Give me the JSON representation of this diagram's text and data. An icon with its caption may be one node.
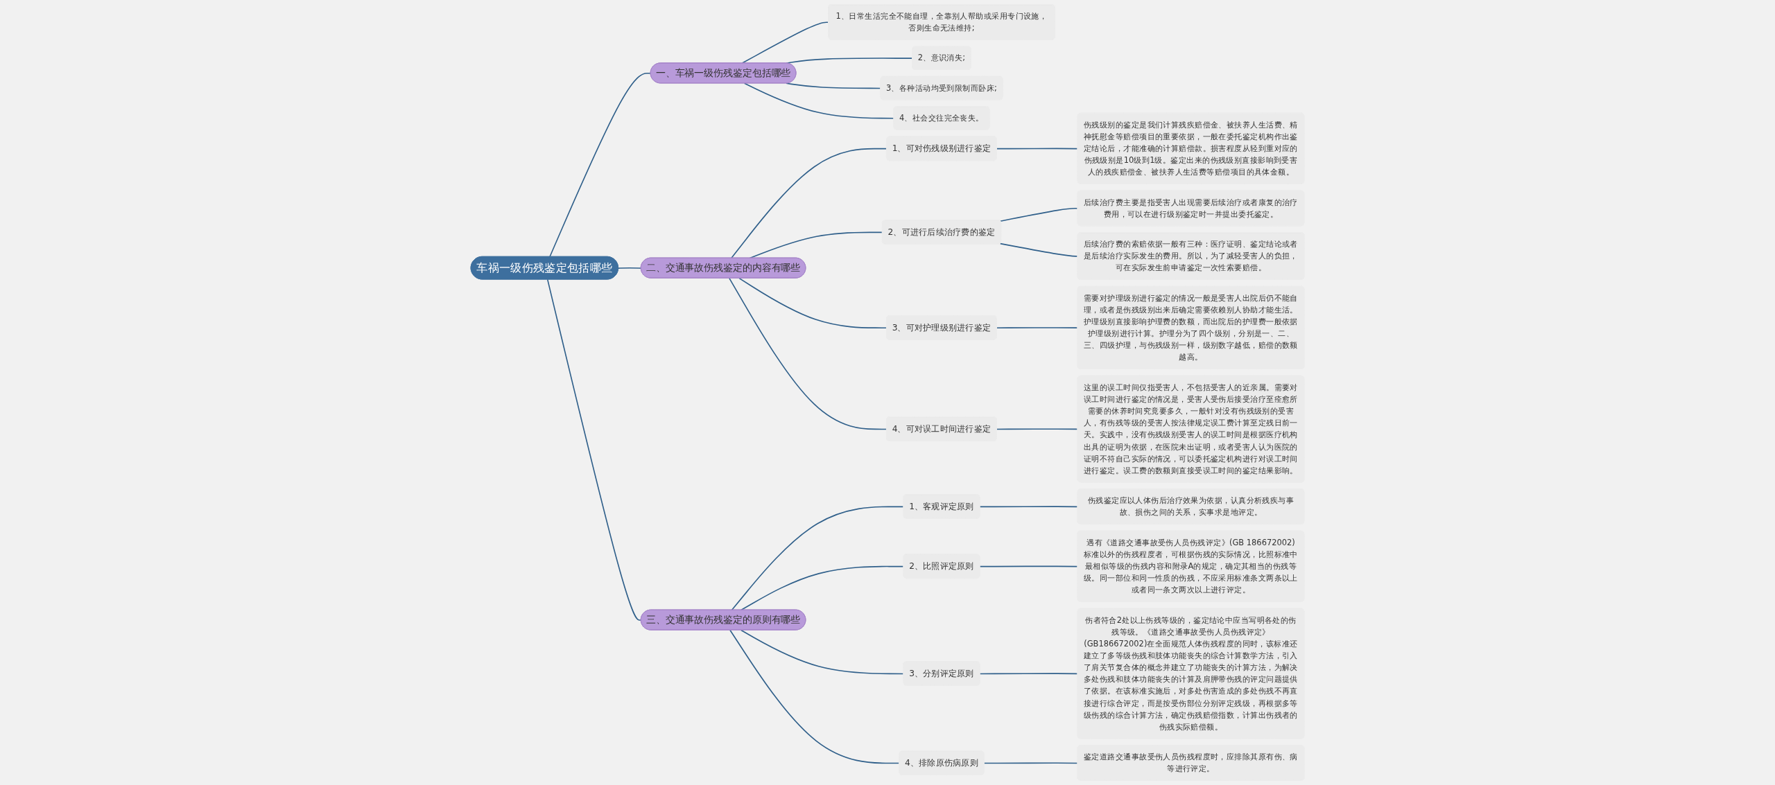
{
  "diagram": {
    "nodes": [
      {
        "text": [
          "车祸一级伤残鉴定包括哪些"
        ]
      },
      {
        "text": [
          "一、车祸一级伤残鉴定包括哪些"
        ]
      },
      {
        "text": [
          "1、日常生活完全不能自理，全靠别人帮助或采用专门设施，否则生命无法维持;"
        ]
      },
      {
        "text": [
          "2、意识消失;"
        ]
      },
      {
        "text": [
          "3、各种活动均受到限制而卧床;"
        ]
      },
      {
        "text": [
          "4、社会交往完全丧失。"
        ]
      },
      {
        "text": [
          "二、交通事故伤残鉴定的内容有哪些"
        ]
      },
      {
        "text": [
          "1、可对伤残级别进行鉴定"
        ]
      },
      {
        "text": [
          "伤残级别的鉴定是我们计算残疾赔偿金、被扶养人生活费、精神抚慰金等赔偿项目的重要依据，一般在委托鉴定机构作出鉴定结论后，才能准确的计算赔偿款。损害程度从轻到重对应的伤残级别是10级到1级。鉴定出来的伤残级别直接影响到受害人的残疾赔偿金、被扶养人生活费等赔偿项目的具体金额。"
        ]
      },
      {
        "text": [
          "2、可进行后续治疗费的鉴定"
        ]
      },
      {
        "text": [
          "后续治疗费主要是指受害人出现需要后续治疗或者康复的治疗费用，可以在进行级别鉴定时一并提出委托鉴定。"
        ]
      },
      {
        "text": [
          "后续治疗费的索赔依据一般有三种：医疗证明、鉴定结论或者是后续治疗实际发生的费用。所以，为了减轻受害人的负担，可在实际发生前申请鉴定一次性索要赔偿。"
        ]
      },
      {
        "text": [
          "3、可对护理级别进行鉴定"
        ]
      },
      {
        "text": [
          "需要对护理级别进行鉴定的情况一般是受害人出院后仍不能自理，或者是伤残级别出来后确定需要依赖别人协助才能生活。护理级别直接影响护理费的数额，而出院后的护理费一般依据护理级别进行计算。护理分为了四个级别，分别是一、二、三、四级护理，与伤残级别一样，级别数字越低，赔偿的数额越高。"
        ]
      },
      {
        "text": [
          "4、可对误工时间进行鉴定"
        ]
      },
      {
        "text": [
          "这里的误工时间仅指受害人，不包括受害人的近亲属。需要对误工时间进行鉴定的情况是，受害人受伤后接受治疗至痊愈所需要的休养时间究竟要多久，一般针对没有伤残级别的受害人，有伤残等级的受害人按法律规定误工费计算至定残日前一天。实践中，没有伤残级别受害人的误工时间是根据医疗机构出具的证明为依据，在医院未出证明，或者受害人认为医院的证明不符自己实际的情况，可以委托鉴定机构进行对误工时间进行鉴定。误工费的数额则直接受误工时间的鉴定结果影响。"
        ]
      },
      {
        "text": [
          "三、交通事故伤残鉴定的原则有哪些"
        ]
      },
      {
        "text": [
          "1、客观评定原则"
        ]
      },
      {
        "text": [
          "伤残鉴定应以人体伤后治疗效果为依据，认真分析残疾与事故、损伤之间的关系，实事求是地评定。"
        ]
      },
      {
        "text": [
          "2、比照评定原则"
        ]
      },
      {
        "text": [
          "遇有《道路交通事故受伤人员伤残评定》(GB 186672002)标准以外的伤残程度者，可根据伤残的实际情况，比照标准中最相似等级的伤残内容和附录A的规定，确定其相当的伤残等级。同一部位和同一性质的伤残，不应采用标准条文两条以上或者同一条文两次以上进行评定。"
        ]
      },
      {
        "text": [
          "3、分别评定原则"
        ]
      },
      {
        "text": [
          "伤者符合2处以上伤残等级的，鉴定结论中应当写明各处的伤残等级。《道路交通事故受伤人员伤残评定》(GB186672002)在全面规范人体伤残程度的同时，该标准还建立了多等级伤残和肢体功能丧失的综合计算数学方法，引入了肩关节复合体的概念并建立了功能丧失的计算方法，为解决多处伤残和肢体功能丧失的计算及肩胛带伤残的评定问题提供了依据。在该标准实施后，对多处伤害造成的多处伤残不再直接进行综合评定，而是按受伤部位分别评定残级，再根据多等级伤残的综合计算方法，确定伤残赔偿指数，计算出伤残者的伤残实际赔偿额。"
        ]
      },
      {
        "text": [
          "4、排除原伤病原则"
        ]
      },
      {
        "text": [
          "鉴定道路交通事故受伤人员伤残程度时，应排除其原有伤、病等进行评定。"
        ]
      }
    ],
    "edges": [
      {
        "from": 0,
        "to": 1,
        "arrow": "none"
      },
      {
        "from": 1,
        "to": 2,
        "arrow": "none"
      },
      {
        "from": 1,
        "to": 3,
        "arrow": "none"
      },
      {
        "from": 1,
        "to": 4,
        "arrow": "none"
      },
      {
        "from": 1,
        "to": 5,
        "arrow": "none"
      },
      {
        "from": 0,
        "to": 6,
        "arrow": "none"
      },
      {
        "from": 6,
        "to": 7,
        "arrow": "none"
      },
      {
        "from": 7,
        "to": 8,
        "arrow": "none"
      },
      {
        "from": 6,
        "to": 9,
        "arrow": "none"
      },
      {
        "from": 9,
        "to": 10,
        "arrow": "none"
      },
      {
        "from": 9,
        "to": 11,
        "arrow": "none"
      },
      {
        "from": 6,
        "to": 12,
        "arrow": "none"
      },
      {
        "from": 12,
        "to": 13,
        "arrow": "none"
      },
      {
        "from": 6,
        "to": 14,
        "arrow": "none"
      },
      {
        "from": 14,
        "to": 15,
        "arrow": "none"
      },
      {
        "from": 0,
        "to": 16,
        "arrow": "none"
      },
      {
        "from": 16,
        "to": 17,
        "arrow": "none"
      },
      {
        "from": 17,
        "to": 18,
        "arrow": "none"
      },
      {
        "from": 16,
        "to": 19,
        "arrow": "none"
      },
      {
        "from": 19,
        "to": 20,
        "arrow": "none"
      },
      {
        "from": 16,
        "to": 21,
        "arrow": "none"
      },
      {
        "from": 21,
        "to": 22,
        "arrow": "none"
      },
      {
        "from": 16,
        "to": 23,
        "arrow": "none"
      },
      {
        "from": 23,
        "to": 24,
        "arrow": "none"
      }
    ]
  }
}
